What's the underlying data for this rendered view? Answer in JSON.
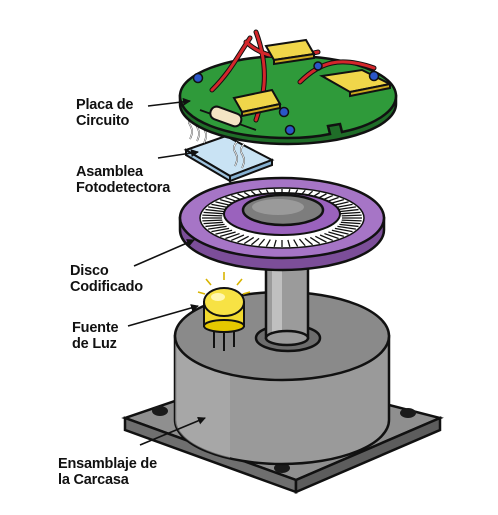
{
  "labels": {
    "circuit_board": {
      "line1": "Placa de",
      "line2": "Circuito"
    },
    "photodetector": {
      "line1": "Asamblea",
      "line2": "Fotodetectora"
    },
    "coded_disk": {
      "line1": "Disco",
      "line2": "Codificado"
    },
    "light_source": {
      "line1": "Fuente",
      "line2": "de Luz"
    },
    "housing": {
      "line1": "Ensamblaje de",
      "line2": "la Carcasa"
    }
  },
  "colors": {
    "board": "#2f9a3a",
    "board_dark": "#1f6d28",
    "wire": "#d4262b",
    "chip": "#f0d64a",
    "disk": "#a675c6",
    "disk_dark": "#7c4e99",
    "hub": "#8c8c8c",
    "housing": "#9a9a9a",
    "housing_dark": "#7a7a7a",
    "led": "#f7e244",
    "sensor": "#bcd9ee"
  }
}
